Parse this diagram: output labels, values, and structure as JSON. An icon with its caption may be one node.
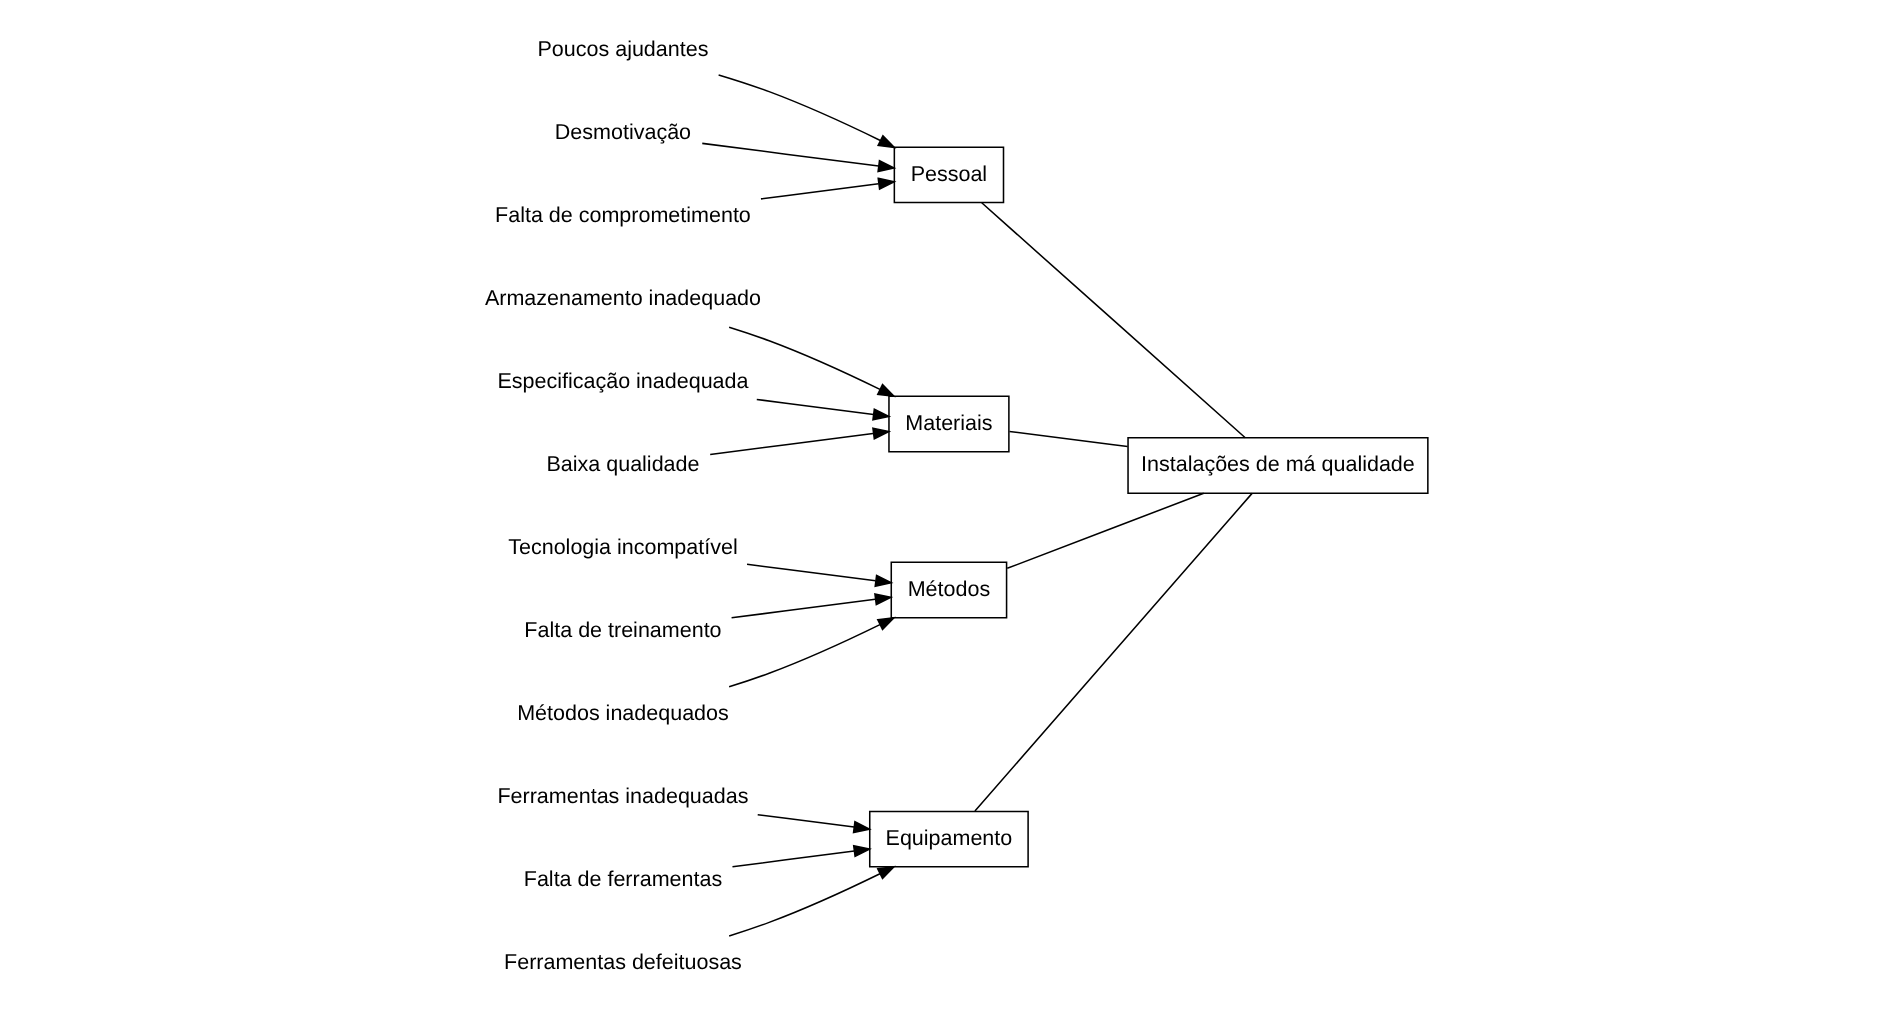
{
  "diagram": {
    "nodes": [
      {
        "text": [
          "Equipamento"
        ]
      },
      {
        "text": [
          "Pessoal"
        ]
      },
      {
        "text": [
          "Instalações de má qualidade"
        ]
      },
      {
        "text": [
          "Materiais"
        ]
      },
      {
        "text": [
          "Métodos"
        ]
      },
      {
        "text": [
          "Ferramentas inadequadas"
        ]
      },
      {
        "text": [
          "Falta de ferramentas"
        ]
      },
      {
        "text": [
          "Ferramentas defeituosas"
        ]
      },
      {
        "text": [
          "Poucos ajudantes"
        ]
      },
      {
        "text": [
          "Desmotivação"
        ]
      },
      {
        "text": [
          "Falta de comprometimento"
        ]
      },
      {
        "text": [
          "Armazenamento inadequado"
        ]
      },
      {
        "text": [
          "Tecnologia incompatível"
        ]
      },
      {
        "text": [
          "Especificação inadequada"
        ]
      },
      {
        "text": [
          "Falta de treinamento"
        ]
      },
      {
        "text": [
          "Baixa qualidade"
        ]
      },
      {
        "text": [
          "Métodos inadequados"
        ]
      }
    ],
    "edges": [
      {
        "from": 0,
        "to": 2,
        "arrow": "none"
      },
      {
        "from": 1,
        "to": 2,
        "arrow": "none"
      },
      {
        "from": 3,
        "to": 2,
        "arrow": "none"
      },
      {
        "from": 4,
        "to": 2,
        "arrow": "none"
      },
      {
        "from": 5,
        "to": 0,
        "arrow": "to"
      },
      {
        "from": 6,
        "to": 0,
        "arrow": "to"
      },
      {
        "from": 7,
        "to": 0,
        "arrow": "to"
      },
      {
        "from": 8,
        "to": 1,
        "arrow": "to"
      },
      {
        "from": 9,
        "to": 1,
        "arrow": "to"
      },
      {
        "from": 10,
        "to": 1,
        "arrow": "to"
      },
      {
        "from": 11,
        "to": 3,
        "arrow": "to"
      },
      {
        "from": 12,
        "to": 4,
        "arrow": "to"
      },
      {
        "from": 13,
        "to": 3,
        "arrow": "to"
      },
      {
        "from": 14,
        "to": 4,
        "arrow": "to"
      },
      {
        "from": 15,
        "to": 3,
        "arrow": "to"
      },
      {
        "from": 16,
        "to": 4,
        "arrow": "to"
      }
    ]
  }
}
